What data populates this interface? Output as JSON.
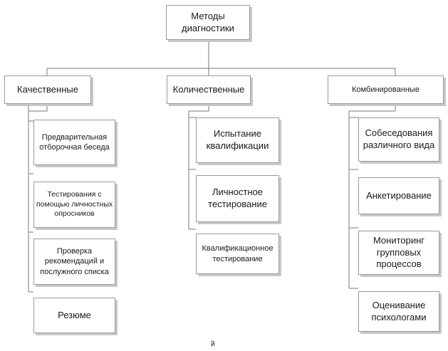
{
  "root": {
    "label": "Методы\nдиагностики"
  },
  "categories": [
    {
      "label": "Качественные",
      "items": [
        "Предварительная\nотборочная беседа",
        "Тестирования с\nпомощью личностных\nопросников",
        "Проверка\nрекомендаций и\nпослужного списка",
        "Резюме"
      ]
    },
    {
      "label": "Количественные",
      "items": [
        "Испытание\nквалификации",
        "Личностное\nтестирование",
        "Квалификационное\nтестирование"
      ]
    },
    {
      "label": "Комбинированные",
      "items": [
        "Собеседования\nразличного вида",
        "Анкетирование",
        "Мониторинг\nгрупповых\nпроцессов",
        "Оценивание\nпсихологами"
      ]
    }
  ],
  "stray_mark": "й"
}
